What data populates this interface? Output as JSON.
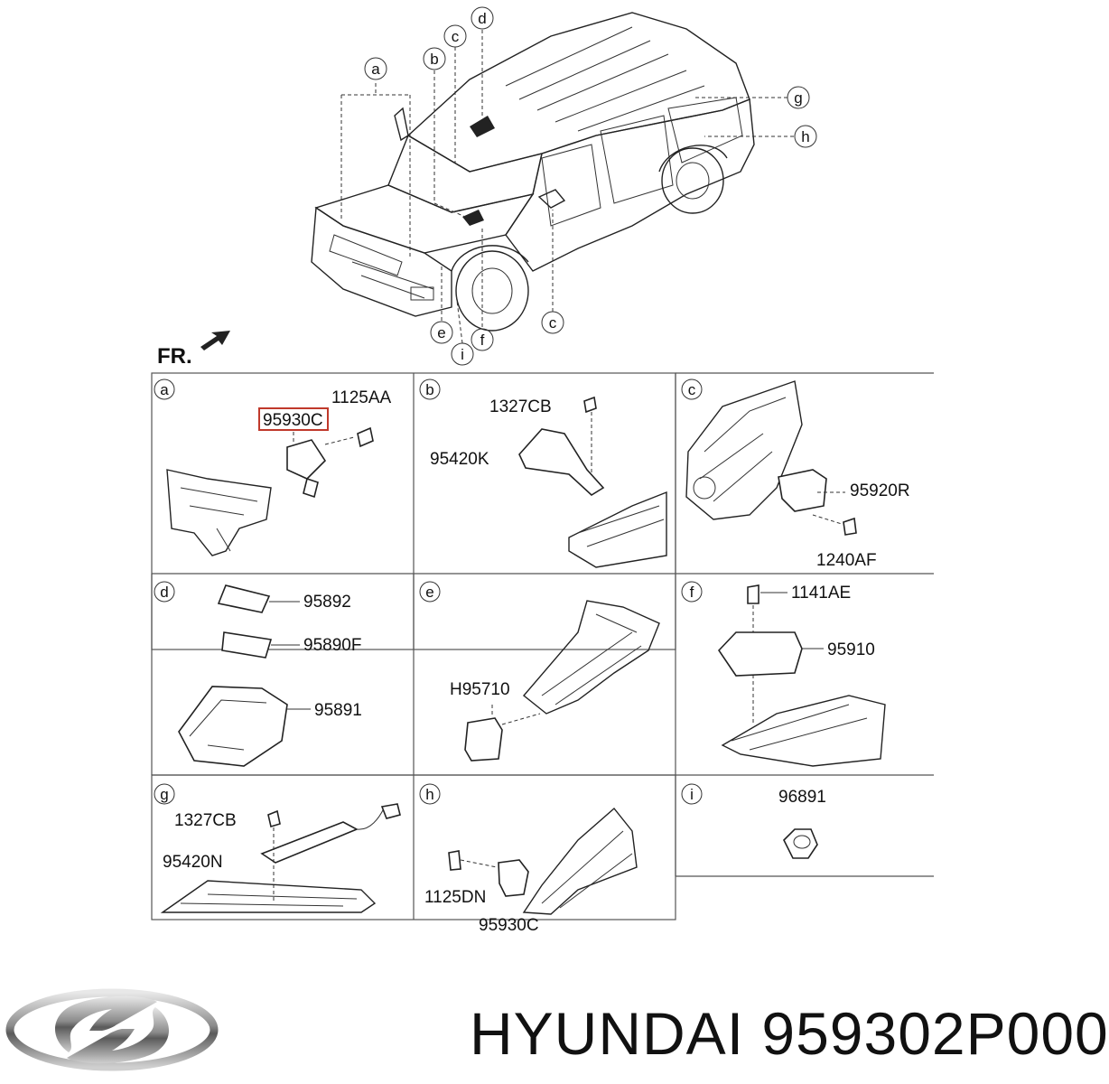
{
  "diagram": {
    "front_label": "FR.",
    "overview_callouts": [
      "a",
      "b",
      "c",
      "d",
      "g",
      "h",
      "c",
      "e",
      "i",
      "f"
    ],
    "panels": [
      {
        "letter": "a",
        "parts": [
          "1125AA",
          "95930C"
        ],
        "highlighted": "95930C"
      },
      {
        "letter": "b",
        "parts": [
          "1327CB",
          "95420K"
        ]
      },
      {
        "letter": "c",
        "parts": [
          "95920R",
          "1240AF"
        ]
      },
      {
        "letter": "d",
        "parts": [
          "95892",
          "95890F",
          "95891"
        ]
      },
      {
        "letter": "e",
        "parts": [
          "H95710"
        ]
      },
      {
        "letter": "f",
        "parts": [
          "1141AE",
          "95910"
        ]
      },
      {
        "letter": "g",
        "parts": [
          "1327CB",
          "95420N"
        ]
      },
      {
        "letter": "h",
        "parts": [
          "1125DN",
          "95930C"
        ]
      },
      {
        "letter": "i",
        "parts": [
          "96891"
        ]
      }
    ],
    "highlight_color": "#c0392b"
  },
  "footer": {
    "brand": "HYUNDAI",
    "part_number": "959302P000",
    "logo_icon": "hyundai-logo-icon"
  }
}
